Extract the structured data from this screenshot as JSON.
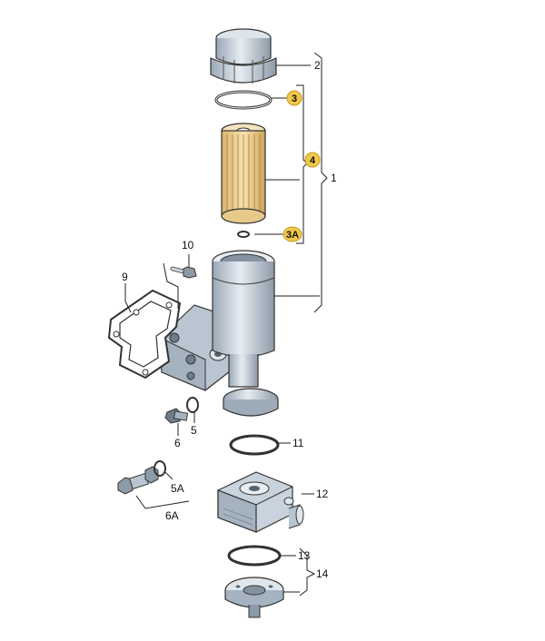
{
  "labels": {
    "p1": "1",
    "p2": "2",
    "p3": "3",
    "p3a": "3A",
    "p4": "4",
    "p5": "5",
    "p5a": "5A",
    "p6": "6",
    "p6a": "6A",
    "p9": "9",
    "p10": "10",
    "p11": "11",
    "p12": "12",
    "p13": "13",
    "p14": "14"
  },
  "highlighted_labels": [
    "3",
    "3A",
    "4"
  ],
  "colors": {
    "highlight": "#f2c84b",
    "filter": "#f0d49a",
    "metal": "#c9d3dd",
    "metal_dark": "#9aa8b6",
    "outline": "#333333"
  }
}
